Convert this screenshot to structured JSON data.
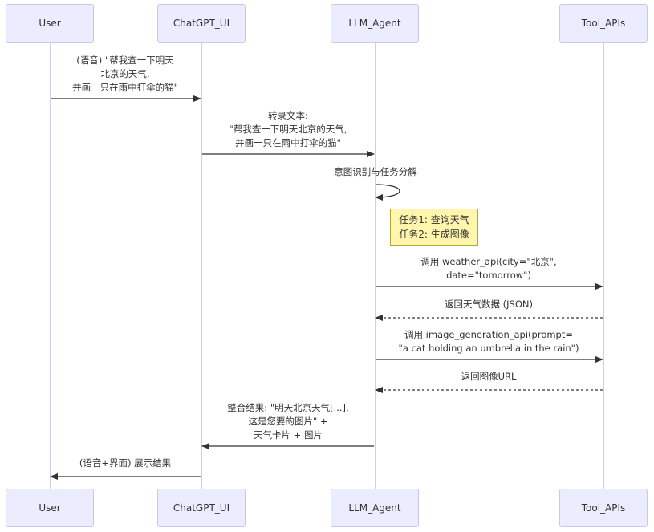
{
  "participants": [
    "User",
    "ChatGPT_UI",
    "LLM_Agent",
    "Tool_APIs"
  ],
  "messages": [
    {
      "lines": [
        "(语音) \"帮我查一下明天",
        "北京的天气,",
        "并画一只在雨中打伞的猫\""
      ]
    },
    {
      "lines": [
        "转录文本:",
        "\"帮我查一下明天北京的天气,",
        "并画一只在雨中打伞的猫\""
      ]
    },
    {
      "lines": [
        "意图识别与任务分解"
      ]
    },
    {
      "lines": [
        "调用 weather_api(city=\"北京\",",
        "date=\"tomorrow\")"
      ]
    },
    {
      "lines": [
        "返回天气数据 (JSON)"
      ]
    },
    {
      "lines": [
        "调用 image_generation_api(prompt=",
        "\"a cat holding an umbrella in the rain\")"
      ]
    },
    {
      "lines": [
        "返回图像URL"
      ]
    },
    {
      "lines": [
        "整合结果: \"明天北京天气[...],",
        "这是您要的图片\" +",
        "天气卡片 + 图片"
      ]
    },
    {
      "lines": [
        "(语音+界面) 展示结果"
      ]
    }
  ],
  "note": {
    "lines": [
      "任务1: 查询天气",
      "任务2: 生成图像"
    ]
  }
}
